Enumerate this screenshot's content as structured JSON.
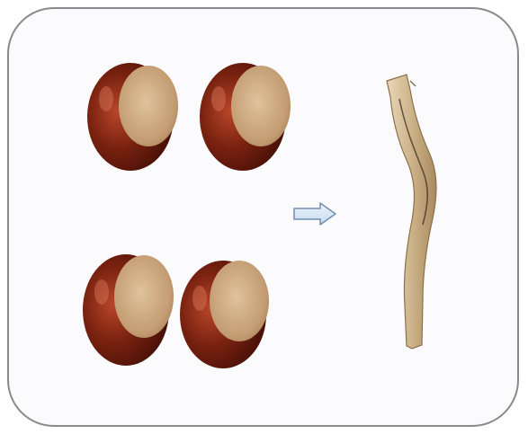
{
  "scene": {
    "items_left": {
      "object": "conker",
      "count": 4
    },
    "connector_icon": "right-arrow-icon",
    "items_right": {
      "object": "stick",
      "count": 1
    },
    "colors": {
      "frame_border": "#8a8a8a",
      "frame_background": "#fbfbfd",
      "conker_shell": "#6b1a0c",
      "conker_cap": "#c9a37a",
      "arrow_fill": "#dbe8f5",
      "arrow_stroke": "#6f8fb3",
      "stick": "#c9b18c"
    }
  }
}
